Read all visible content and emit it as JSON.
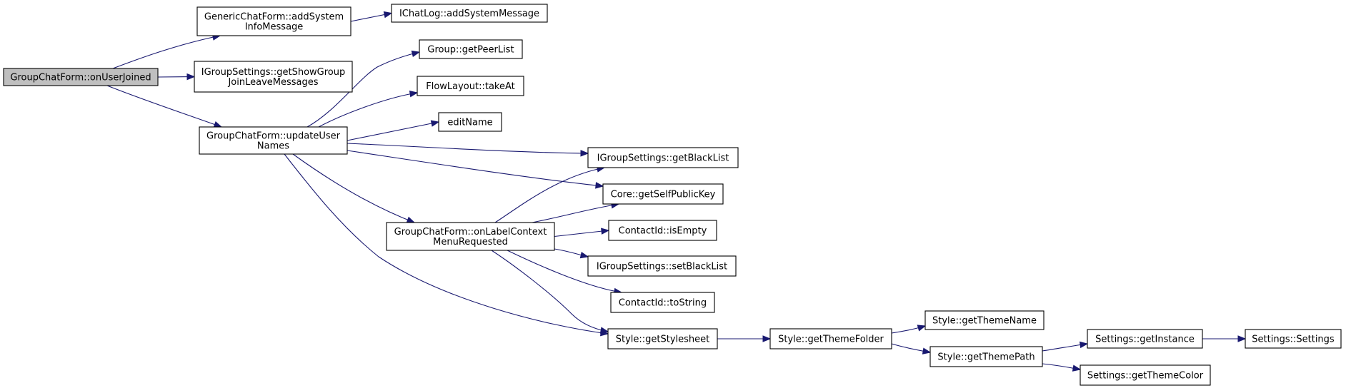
{
  "nodes": {
    "onUserJoined": [
      "GroupChatForm::onUserJoined"
    ],
    "addSystemInfoMessage": [
      "GenericChatForm::addSystem",
      "InfoMessage"
    ],
    "iChatLogAdd": [
      "IChatLog::addSystemMessage"
    ],
    "getShowGroupJoinLeave": [
      "IGroupSettings::getShowGroup",
      "JoinLeaveMessages"
    ],
    "updateUserNames": [
      "GroupChatForm::updateUser",
      "Names"
    ],
    "getPeerList": [
      "Group::getPeerList"
    ],
    "takeAt": [
      "FlowLayout::takeAt"
    ],
    "editName": [
      "editName"
    ],
    "getBlackList": [
      "IGroupSettings::getBlackList"
    ],
    "getSelfPublicKey": [
      "Core::getSelfPublicKey"
    ],
    "onLabelContextMenu": [
      "GroupChatForm::onLabelContext",
      "MenuRequested"
    ],
    "isEmpty": [
      "ContactId::isEmpty"
    ],
    "setBlackList": [
      "IGroupSettings::setBlackList"
    ],
    "toString": [
      "ContactId::toString"
    ],
    "getStylesheet": [
      "Style::getStylesheet"
    ],
    "getThemeFolder": [
      "Style::getThemeFolder"
    ],
    "getThemeName": [
      "Style::getThemeName"
    ],
    "getThemePath": [
      "Style::getThemePath"
    ],
    "getInstance": [
      "Settings::getInstance"
    ],
    "settingsCtor": [
      "Settings::Settings"
    ],
    "getThemeColor": [
      "Settings::getThemeColor"
    ]
  },
  "edges": [
    [
      "onUserJoined",
      "addSystemInfoMessage"
    ],
    [
      "onUserJoined",
      "getShowGroupJoinLeave"
    ],
    [
      "onUserJoined",
      "updateUserNames"
    ],
    [
      "addSystemInfoMessage",
      "iChatLogAdd"
    ],
    [
      "updateUserNames",
      "getPeerList"
    ],
    [
      "updateUserNames",
      "takeAt"
    ],
    [
      "updateUserNames",
      "editName"
    ],
    [
      "updateUserNames",
      "getBlackList"
    ],
    [
      "updateUserNames",
      "getSelfPublicKey"
    ],
    [
      "updateUserNames",
      "onLabelContextMenu"
    ],
    [
      "updateUserNames",
      "getStylesheet"
    ],
    [
      "onLabelContextMenu",
      "getBlackList"
    ],
    [
      "onLabelContextMenu",
      "getSelfPublicKey"
    ],
    [
      "onLabelContextMenu",
      "isEmpty"
    ],
    [
      "onLabelContextMenu",
      "setBlackList"
    ],
    [
      "onLabelContextMenu",
      "toString"
    ],
    [
      "onLabelContextMenu",
      "getStylesheet"
    ],
    [
      "getStylesheet",
      "getThemeFolder"
    ],
    [
      "getThemeFolder",
      "getThemeName"
    ],
    [
      "getThemeFolder",
      "getThemePath"
    ],
    [
      "getThemePath",
      "getInstance"
    ],
    [
      "getThemePath",
      "getThemeColor"
    ],
    [
      "getInstance",
      "settingsCtor"
    ]
  ],
  "colors": {
    "edge": "#191970",
    "root_fill": "#bfbfbf",
    "node_fill": "#ffffff",
    "node_border": "#000000"
  }
}
